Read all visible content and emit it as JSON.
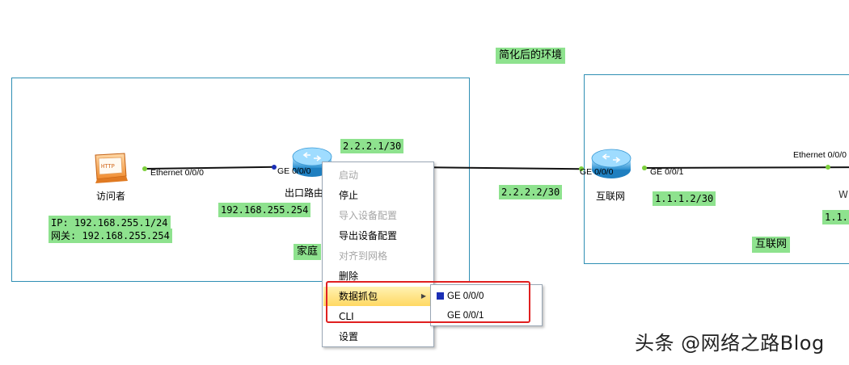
{
  "diagram": {
    "title": "简化后的环境",
    "home_network": {
      "visitor": {
        "label": "访问者",
        "icon": "http-server-icon",
        "icon_text": "HTTP",
        "port": "Ethernet 0/0/0",
        "ip_line": "IP: 192.168.255.1/24",
        "gateway_line": "网关: 192.168.255.254"
      },
      "router": {
        "label": "出口路由",
        "port_left": "GE 0/0/0",
        "lan_ip": "192.168.255.254",
        "wan_ip": "2.2.2.1/30"
      },
      "zone_label": "家庭"
    },
    "internet": {
      "router": {
        "label": "互联网",
        "port_left": "GE 0/0/0",
        "port_right": "GE 0/0/1",
        "left_ip": "2.2.2.2/30",
        "right_ip": "1.1.1.2/30"
      },
      "server": {
        "label": "W",
        "port": "Ethernet 0/0/0",
        "ip_partial": "1.1."
      },
      "zone_label": "互联网"
    }
  },
  "context_menu": {
    "items": [
      {
        "label": "启动",
        "enabled": false
      },
      {
        "label": "停止",
        "enabled": true
      },
      {
        "label": "导入设备配置",
        "enabled": false
      },
      {
        "label": "导出设备配置",
        "enabled": true
      },
      {
        "label": "对齐到网格",
        "enabled": false
      },
      {
        "label": "删除",
        "enabled": true
      },
      {
        "label": "数据抓包",
        "enabled": true,
        "has_submenu": true
      },
      {
        "label": "CLI",
        "enabled": true
      },
      {
        "label": "设置",
        "enabled": true
      }
    ],
    "submenu": [
      {
        "label": "GE 0/0/0",
        "checked": true
      },
      {
        "label": "GE 0/0/1",
        "checked": false
      }
    ]
  },
  "watermark": "头条 @网络之路Blog",
  "colors": {
    "label_bg": "#8ee28e",
    "frame_border": "#2f8fb4",
    "highlight_red": "#e02020",
    "link_dot": "#7ccf3c"
  }
}
